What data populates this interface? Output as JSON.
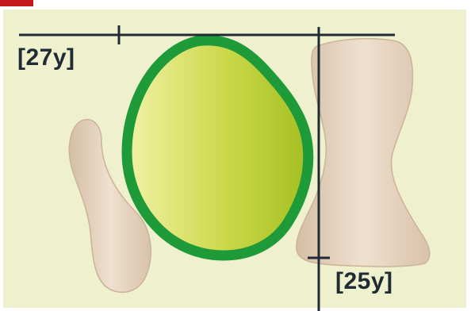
{
  "distances": {
    "top_left": "[27y]",
    "bottom_right": "[25y]"
  },
  "colors": {
    "background": "#eff0ce",
    "green_fill": "#c2d23a",
    "green_border": "#1f9a38",
    "bunker": "#e0cbb4",
    "line": "#1f2b35",
    "tab": "#c4161c"
  },
  "icons": {
    "green": "putting-green-shape",
    "bunkers": "sand-bunker-shape"
  }
}
